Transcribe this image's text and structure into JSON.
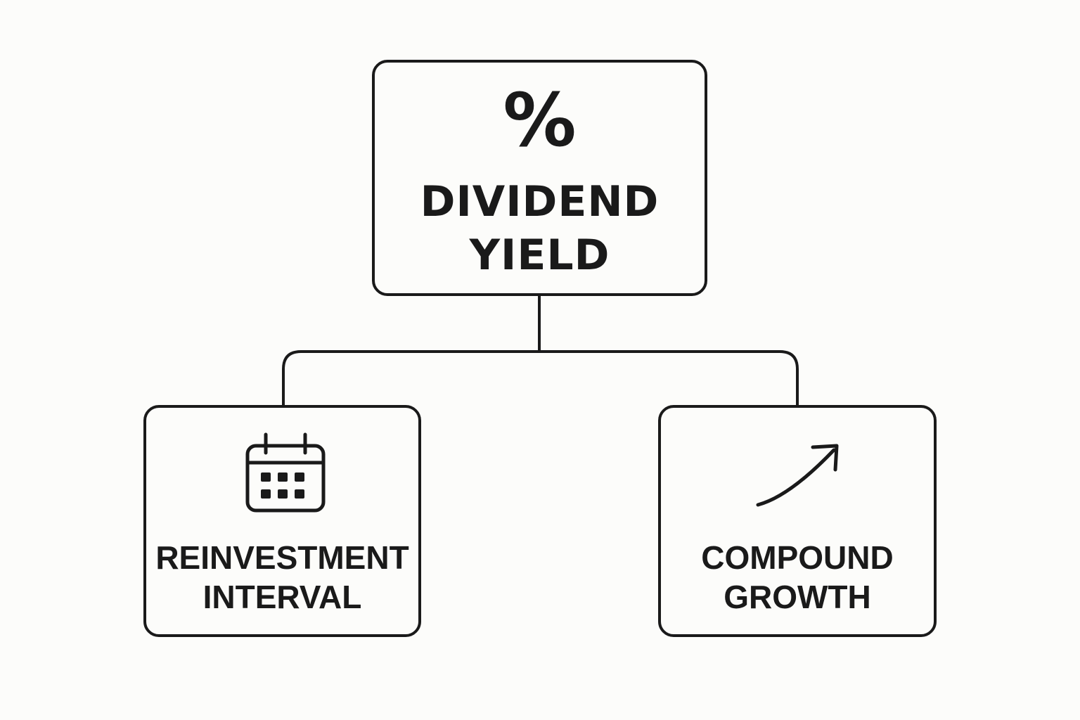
{
  "nodes": {
    "top": {
      "symbol": "%",
      "label": "DIVIDEND\nYIELD"
    },
    "left": {
      "icon": "calendar-icon",
      "label": "REINVESTMENT\nINTERVAL"
    },
    "right": {
      "icon": "growth-arrow-icon",
      "label": "COMPOUND\nGROWTH"
    }
  },
  "colors": {
    "stroke": "#1a1a1a",
    "background": "#fcfcfa"
  }
}
